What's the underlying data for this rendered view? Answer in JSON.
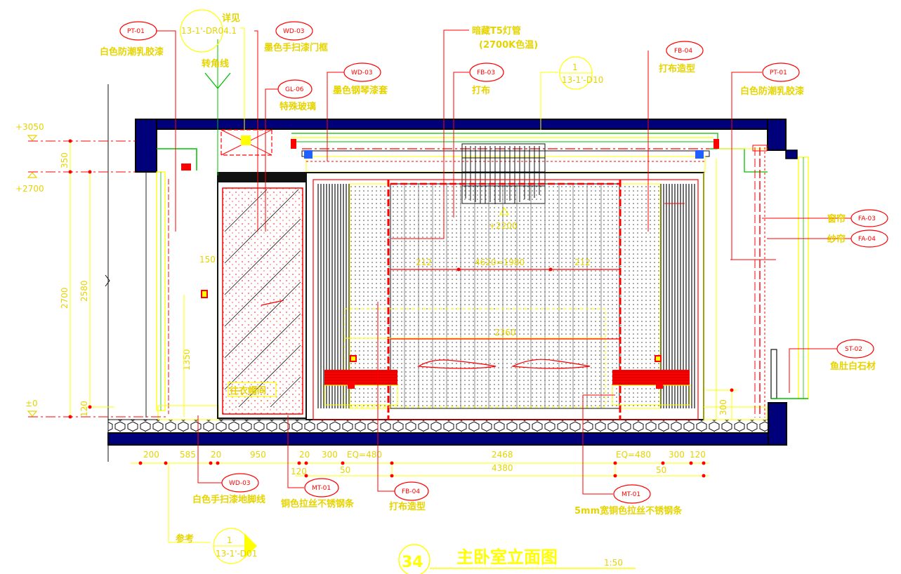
{
  "drawing": {
    "title_number": "34",
    "title": "主卧室立面图",
    "scale": "1:50"
  },
  "levels": [
    "+3050",
    "+2700",
    "±0"
  ],
  "tags": [
    {
      "code": "PT-01",
      "label": "白色防潮乳胶漆"
    },
    {
      "code": "WD-03",
      "label": "墨色手扫漆门框"
    },
    {
      "code": "GL-06",
      "label": "特殊玻璃"
    },
    {
      "code": "WD-03",
      "label": "墨色钢琴漆套"
    },
    {
      "code": "FB-03",
      "label": "打布"
    },
    {
      "code": "FB-04",
      "label": "打布造型"
    },
    {
      "code": "PT-01",
      "label": "白色防潮乳胶漆"
    },
    {
      "code": "FA-03",
      "label": "窗帘"
    },
    {
      "code": "FA-04",
      "label": "纱帘"
    },
    {
      "code": "ST-02",
      "label": "鱼肚白石材"
    },
    {
      "code": "WD-03",
      "label": "白色手扫漆地脚线"
    },
    {
      "code": "MT-01",
      "label": "铜色拉丝不锈钢条"
    },
    {
      "code": "FB-04",
      "label": "打布造型"
    },
    {
      "code": "MT-01",
      "label": "5mm宽铜色拉丝不锈钢条"
    }
  ],
  "notes": {
    "detail_ref": "13-1'-DR04.1",
    "see_detail": "详见",
    "corner_line": "转角线",
    "hidden_light": "暗藏T5灯管",
    "light_temp": "(2700K色温)",
    "ref_d10_num": "1",
    "ref_d10": "13-1'-D10",
    "ref_d01_label": "参考",
    "ref_d01_num": "1",
    "ref_d01": "13-1'-D01",
    "door_label": "往衣帽间",
    "height_mark": "+2200"
  },
  "dims_vertical": [
    "350",
    "2700",
    "2580",
    "1350",
    "120",
    "150",
    "300"
  ],
  "dims_bottom_row1": [
    "200",
    "585",
    "20",
    "950",
    "20",
    "300",
    "EQ=480",
    "2468",
    "EQ=480",
    "300",
    "120"
  ],
  "dims_bottom_row2": [
    "120",
    "50",
    "4380",
    "50"
  ],
  "dims_bed": [
    "212",
    "4620=1980",
    "212",
    "2360"
  ],
  "colors": {
    "yellow": "#ffff00",
    "red": "#ff0000",
    "green": "#00c000",
    "navy": "#00007a",
    "text_yellow": "#e6d400"
  }
}
